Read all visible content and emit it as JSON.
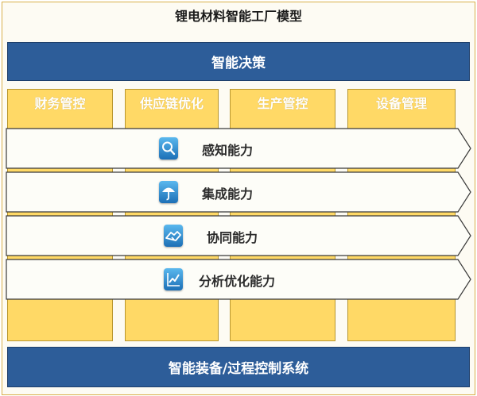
{
  "title": "锂电材料智能工厂模型",
  "top_bar": {
    "label": "智能决策"
  },
  "columns": [
    {
      "label": "财务管控"
    },
    {
      "label": "供应链优化"
    },
    {
      "label": "生产管控"
    },
    {
      "label": "设备管理"
    }
  ],
  "capabilities": [
    {
      "label": "感知能力",
      "icon": "magnifier-icon"
    },
    {
      "label": "集成能力",
      "icon": "umbrella-icon"
    },
    {
      "label": "协同能力",
      "icon": "handshake-icon"
    },
    {
      "label": "分析优化能力",
      "icon": "line-chart-icon"
    }
  ],
  "bottom_bar": {
    "label": "智能装备/过程控制系统"
  },
  "colors": {
    "blue_bar": "#2d5d99",
    "pillar": "#ffd966",
    "arrow_fill": "#fdfdf8",
    "icon_tile": "#2f8fd6"
  }
}
